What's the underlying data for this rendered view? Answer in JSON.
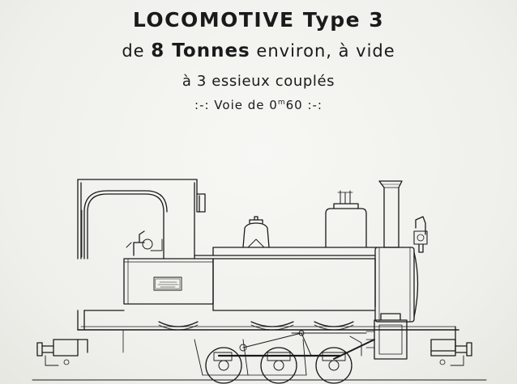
{
  "header": {
    "title": "LOCOMOTIVE Type 3",
    "line2_pre": "de ",
    "line2_bold": "8 Tonnes",
    "line2_post": " environ, à vide",
    "line3": "à 3 essieux couplés",
    "gauge_prefix": ":-:  Voie de 0",
    "gauge_sup": "m",
    "gauge_value": "60",
    "gauge_suffix": "  :-:"
  },
  "drawing": {
    "subject": "locomotive-side-elevation",
    "ink_color": "#1a1a1a",
    "paper_color": "#f4f4f1"
  }
}
